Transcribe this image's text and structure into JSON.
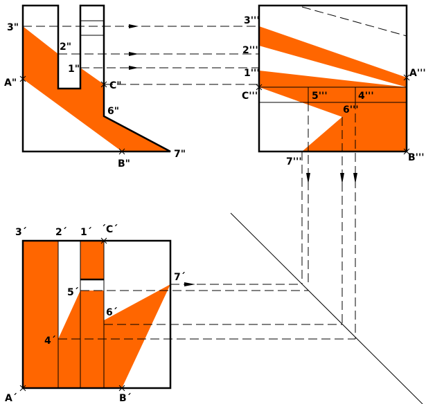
{
  "colors": {
    "section": "#ff6600",
    "line": "#000000",
    "background": "#ffffff"
  },
  "labels": {
    "front": {
      "p3": "3\"",
      "p2": "2\"",
      "p1": "1\"",
      "pA": "A\"",
      "pC": "C\"",
      "p6": "6\"",
      "p7": "7\"",
      "pB": "B\""
    },
    "side": {
      "p3": "3'''",
      "p2": "2'''",
      "p1": "1'''",
      "pA": "A'''",
      "pC": "C'''",
      "p5": "5'''",
      "p4": "4'''",
      "p6": "6'''",
      "p7": "7'''",
      "pB": "B'''"
    },
    "top": {
      "p3": "3´",
      "p2": "2´",
      "p1": "1´",
      "pC": "´C´",
      "p7": "7´",
      "p5": "5´",
      "p6": "6´",
      "p4": "4´",
      "pA": "A´",
      "pB": "B´"
    }
  }
}
